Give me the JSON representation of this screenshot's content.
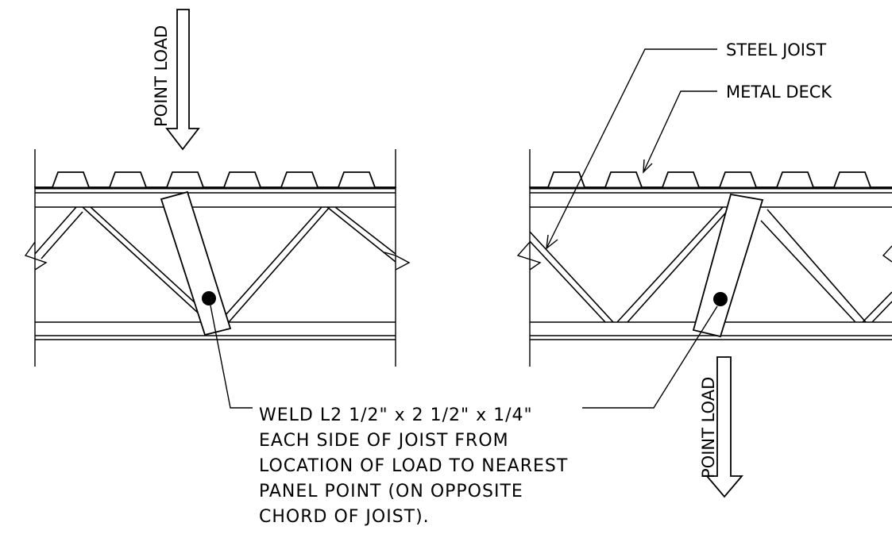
{
  "labels": {
    "point_load_left": "POINT LOAD",
    "point_load_right": "POINT LOAD",
    "steel_joist": "STEEL JOIST",
    "metal_deck": "METAL DECK"
  },
  "weld_note": [
    "WELD L2 1/2\" x 2 1/2\" x 1/4\"",
    "EACH SIDE OF JOIST FROM",
    "LOCATION OF LOAD TO NEAREST",
    "PANEL POINT (ON OPPOSITE",
    "CHORD OF JOIST)."
  ]
}
